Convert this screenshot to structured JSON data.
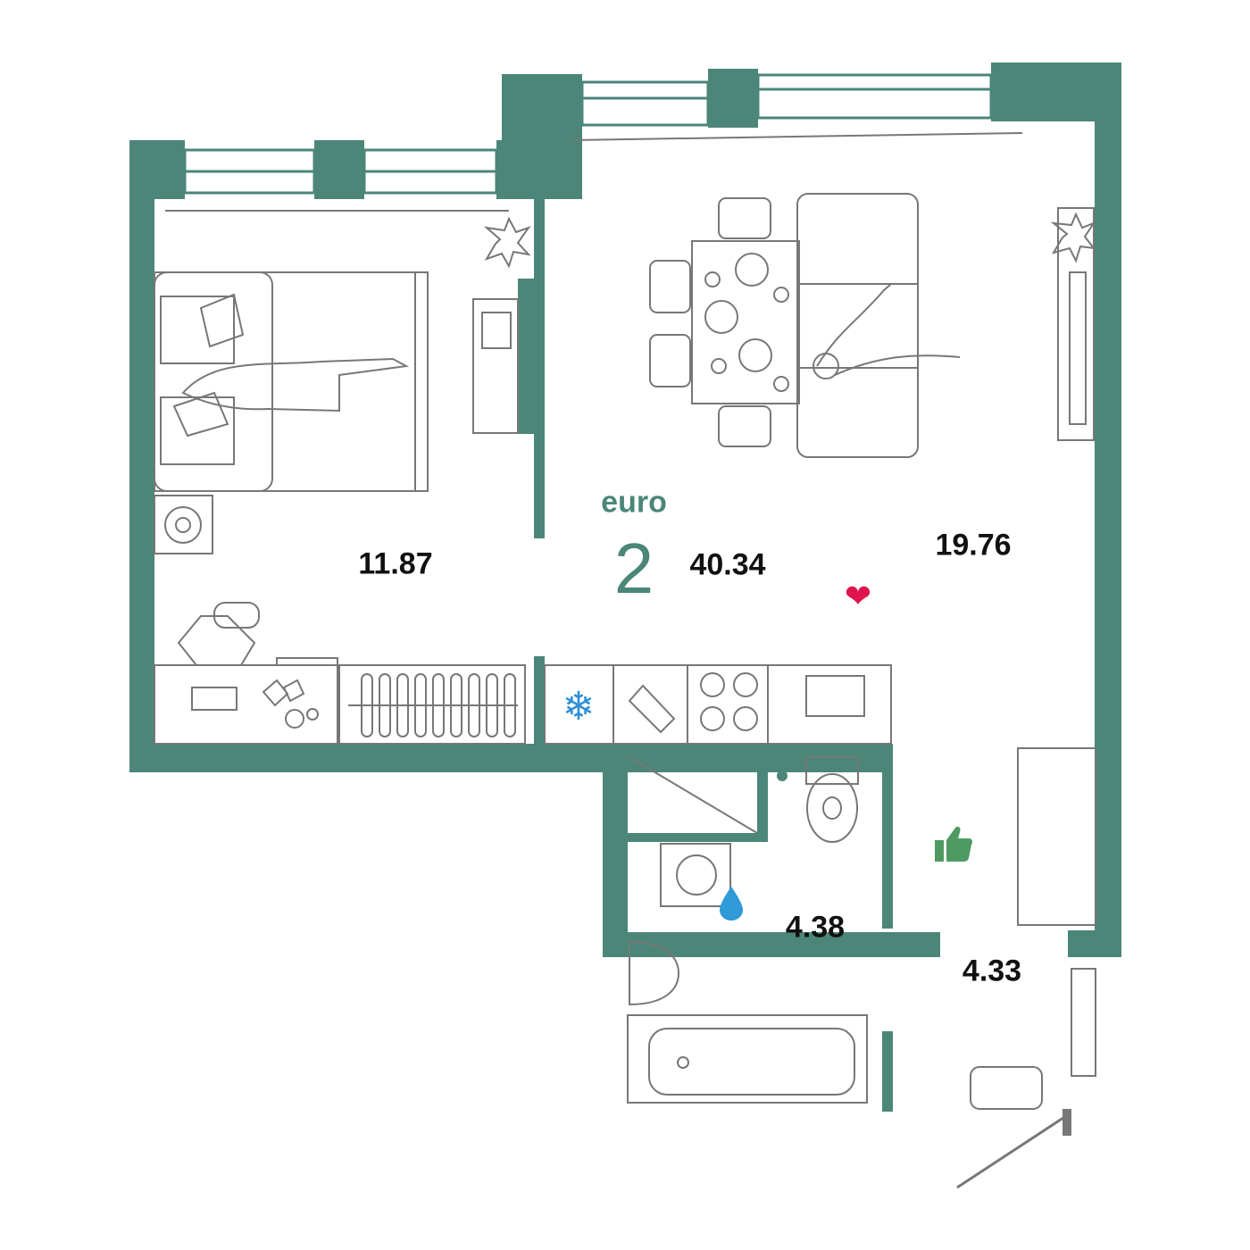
{
  "apartment": {
    "type_label": "euro",
    "rooms": "2",
    "total_area": "40.34"
  },
  "rooms": [
    {
      "id": "bedroom",
      "area": "11.87"
    },
    {
      "id": "living-kitchen",
      "area": "19.76"
    },
    {
      "id": "bathroom",
      "area": "4.38"
    },
    {
      "id": "hallway",
      "area": "4.33"
    }
  ],
  "icons": {
    "heart": {
      "name": "heart-icon",
      "glyph": "❤",
      "color": "#e0134f"
    },
    "snowflake": {
      "name": "snowflake-icon",
      "glyph": "❄",
      "color": "#2e8fd6"
    },
    "thumbs_up": {
      "name": "thumbs-up-icon",
      "glyph": "👍",
      "color": "#4f9a63"
    },
    "water_drop": {
      "name": "water-drop-icon",
      "glyph": "💧",
      "color": "#2e9ad8"
    }
  },
  "colors": {
    "wall": "#4b8679",
    "furniture": "#777777",
    "accent": "#4b8679"
  }
}
